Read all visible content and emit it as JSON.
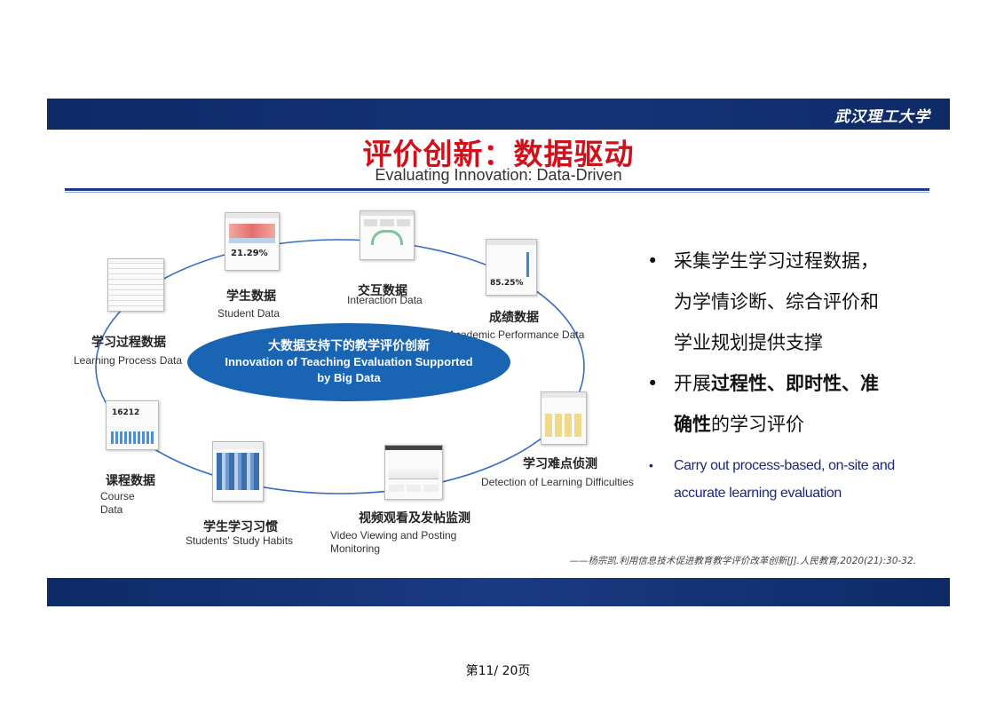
{
  "header": {
    "logo_text": "武汉理工大学"
  },
  "title": {
    "cn": "评价创新：数据驱动",
    "en": "Evaluating Innovation: Data-Driven"
  },
  "hub": {
    "cn": "大数据支持下的教学评价创新",
    "en_line1": "Innovation of Teaching Evaluation Supported",
    "en_line2": "by Big Data"
  },
  "nodes": {
    "student": {
      "cn": "学生数据",
      "en": "Student Data",
      "thumb_value": "21.29%"
    },
    "interaction": {
      "cn": "交互数据",
      "en": "Interaction Data"
    },
    "performance": {
      "cn": "成绩数据",
      "en": "Academic Performance Data",
      "thumb_value": "85.25%"
    },
    "learning_process": {
      "cn": "学习过程数据",
      "en": "Learning Process Data"
    },
    "difficulties": {
      "cn": "学习难点侦测",
      "en": "Detection of Learning Difficulties"
    },
    "course": {
      "cn": "课程数据",
      "en_line1": "Course",
      "en_line2": "Data",
      "thumb_value": "16212"
    },
    "habits": {
      "cn": "学生学习习惯",
      "en": "Students' Study Habits"
    },
    "video": {
      "cn": "视频观看及发帖监测",
      "en_line1": "Video Viewing and Posting",
      "en_line2": "Monitoring"
    }
  },
  "bullets": {
    "b1_line1": "采集学生学习过程数据，",
    "b1_line2": "为学情诊断、综合评价和",
    "b1_line3": "学业规划提供支撑",
    "b2_prefix": "开展",
    "b2_bold1": "过程性、即时性、准",
    "b2_bold2": "确性",
    "b2_suffix": "的学习评价",
    "en_line1": "Carry out process-based, on-site and",
    "en_line2": "accurate learning evaluation",
    "marker": "•"
  },
  "citation": "——杨宗凯.利用信息技术促进教育教学评价改革创新[J].人民教育,2020(21):30-32.",
  "page": "第11/ 20页",
  "colors": {
    "navy": "#0e2a66",
    "title_red": "#d0101a",
    "hub_blue": "#1a64b4",
    "ellipse": "#3a6cc4"
  }
}
